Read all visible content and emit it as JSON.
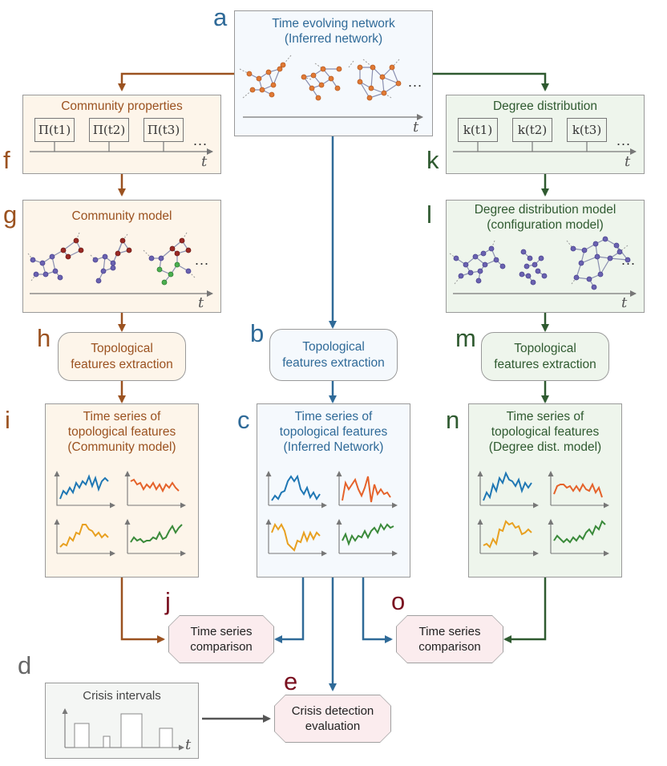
{
  "panel_a": {
    "letter": "a",
    "title_line1": "Time evolving network",
    "title_line2": "(Inferred network)",
    "ellipsis": "...",
    "t": "t"
  },
  "panel_f": {
    "letter": "f",
    "title": "Community properties",
    "snapshots": [
      "Π(t1)",
      "Π(t2)",
      "Π(t3)"
    ],
    "ellipsis": "...",
    "t": "t"
  },
  "panel_k": {
    "letter": "k",
    "title": "Degree distribution",
    "snapshots": [
      "k(t1)",
      "k(t2)",
      "k(t3)"
    ],
    "ellipsis": "...",
    "t": "t"
  },
  "panel_g": {
    "letter": "g",
    "title": "Community model",
    "ellipsis": "...",
    "t": "t"
  },
  "panel_l": {
    "letter": "l",
    "title_line1": "Degree distribution model",
    "title_line2": "(configuration model)",
    "ellipsis": "...",
    "t": "t"
  },
  "panel_h": {
    "letter": "h",
    "line1": "Topological",
    "line2": "features extraction"
  },
  "panel_b": {
    "letter": "b",
    "line1": "Topological",
    "line2": "features extraction"
  },
  "panel_m": {
    "letter": "m",
    "line1": "Topological",
    "line2": "features extraction"
  },
  "panel_i": {
    "letter": "i",
    "line1": "Time series of",
    "line2": "topological features",
    "line3": "(Community model)"
  },
  "panel_c": {
    "letter": "c",
    "line1": "Time series of",
    "line2": "topological features",
    "line3": "(Inferred Network)"
  },
  "panel_n": {
    "letter": "n",
    "line1": "Time series of",
    "line2": "topological features",
    "line3": "(Degree dist. model)"
  },
  "panel_j": {
    "letter": "j",
    "line1": "Time series",
    "line2": "comparison"
  },
  "panel_o": {
    "letter": "o",
    "line1": "Time series",
    "line2": "comparison"
  },
  "panel_d": {
    "letter": "d",
    "title": "Crisis intervals",
    "t": "t"
  },
  "panel_e": {
    "letter": "e",
    "line1": "Crisis detection",
    "line2": "evaluation"
  },
  "colors": {
    "brown": "#9b5220",
    "blue": "#2f6a98",
    "green": "#2f5a30",
    "series_blue": "#1f77b4",
    "series_orange": "#e5622a",
    "series_yellow": "#e8a020",
    "series_green": "#3a8a3a",
    "node_orange": "#e07a35",
    "node_purple": "#6a62b0",
    "node_red": "#9b2a25",
    "node_green": "#4caf50"
  }
}
